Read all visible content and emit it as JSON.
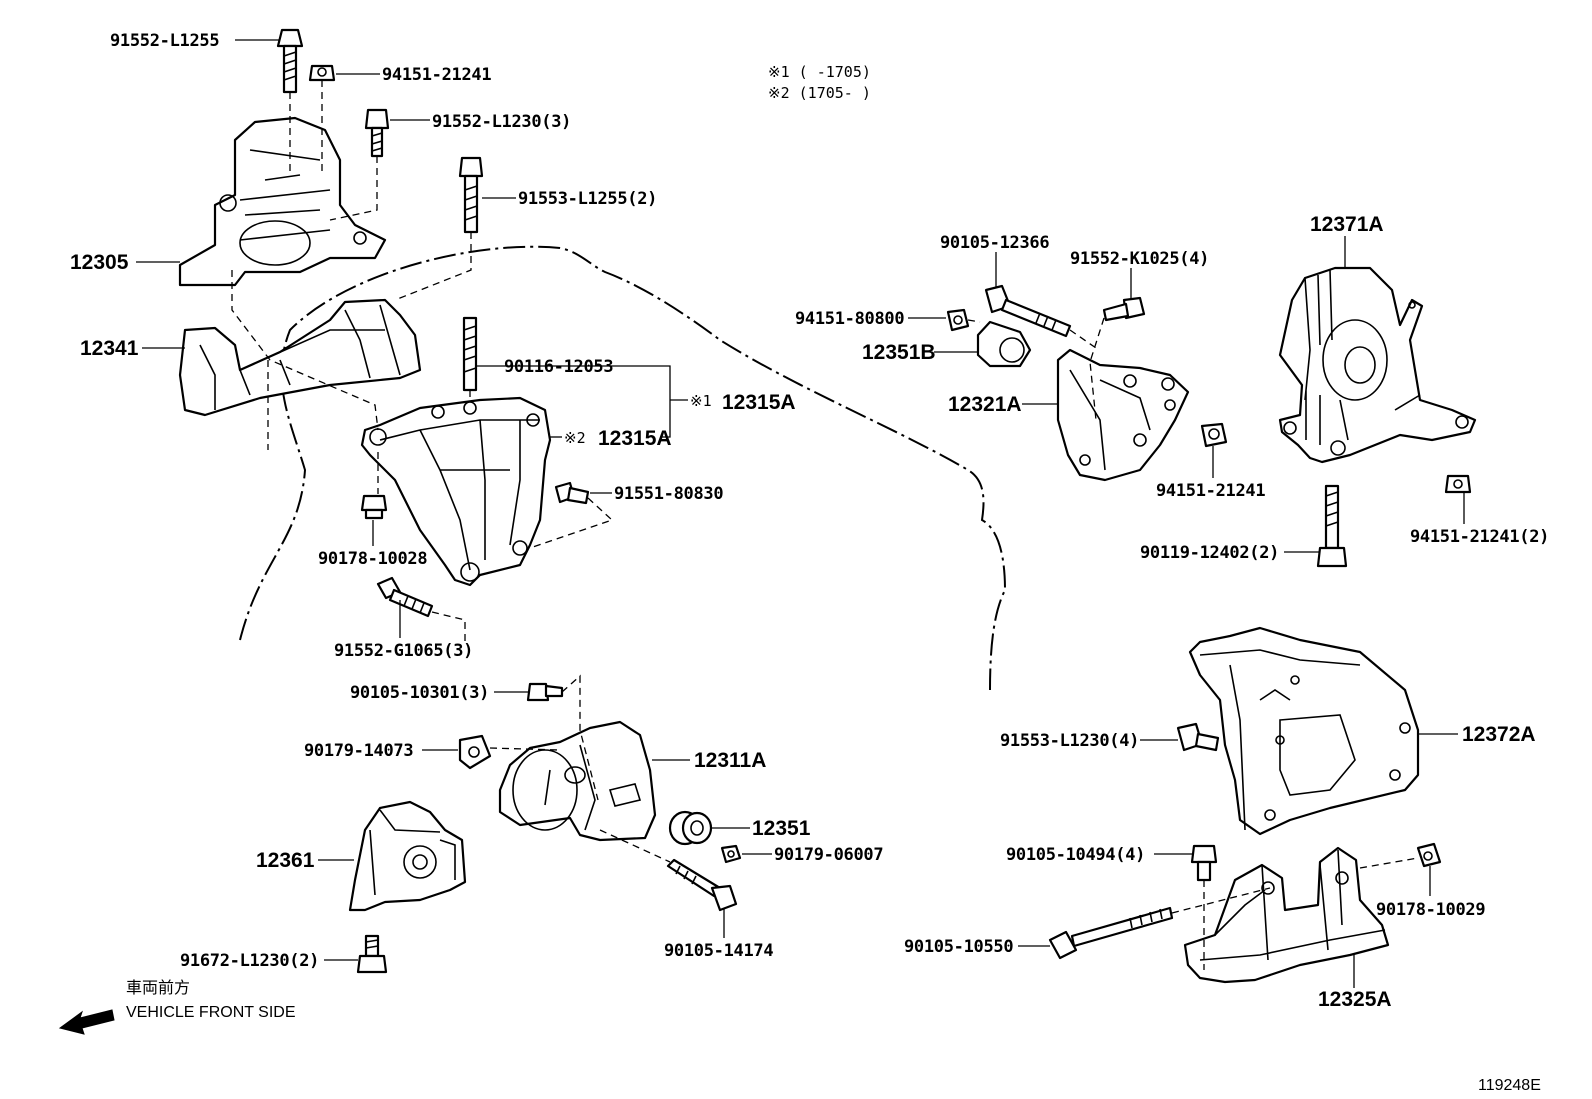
{
  "notes": {
    "note1": "※1 (      -1705)",
    "note2": "※2 (1705-      )"
  },
  "labels": {
    "p91552_L1255": "91552-L1255",
    "p94151_21241_top": "94151-21241",
    "p91552_L1230_3": "91552-L1230(3)",
    "p91553_L1255_2": "91553-L1255(2)",
    "p12305": "12305",
    "p12341": "12341",
    "p90116_12053": "90116-12053",
    "p12315A_1": "12315A",
    "p12315A_2": "12315A",
    "mark1": "※1",
    "mark2": "※2",
    "p91551_80830": "91551-80830",
    "p90178_10028": "90178-10028",
    "p91552_G1065_3": "91552-G1065(3)",
    "p90105_10301_3": "90105-10301(3)",
    "p90179_14073": "90179-14073",
    "p12311A": "12311A",
    "p12351": "12351",
    "p90179_06007": "90179-06007",
    "p12361": "12361",
    "p90105_14174": "90105-14174",
    "p91672_L1230_2": "91672-L1230(2)",
    "p90105_12366": "90105-12366",
    "p91552_K1025_4": "91552-K1025(4)",
    "p94151_80800": "94151-80800",
    "p12351B": "12351B",
    "p12321A": "12321A",
    "p94151_21241_mid": "94151-21241",
    "p12371A": "12371A",
    "p90119_12402_2": "90119-12402(2)",
    "p94151_21241_2": "94151-21241(2)",
    "p91553_L1230_4": "91553-L1230(4)",
    "p12372A": "12372A",
    "p90105_10494_4": "90105-10494(4)",
    "p90178_10029": "90178-10029",
    "p90105_10550": "90105-10550",
    "p12325A": "12325A"
  },
  "front": {
    "jp": "車両前方",
    "en": "VEHICLE FRONT SIDE"
  },
  "illustration_id": "119248E"
}
